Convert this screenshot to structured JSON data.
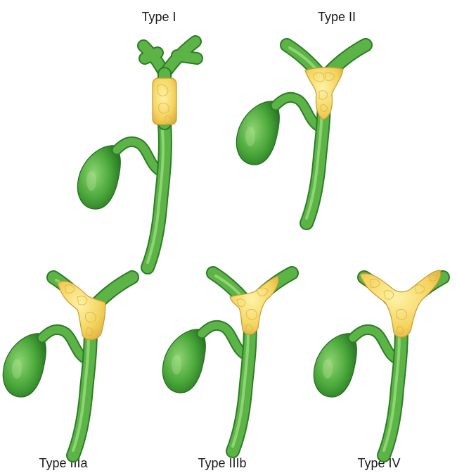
{
  "labels": {
    "type_i": "Type I",
    "type_ii": "Type II",
    "type_iiia": "Type IIIa",
    "type_iiib": "Type IIIb",
    "type_iv": "Type IV"
  },
  "colors": {
    "duct_dark": "#2c7d27",
    "duct_mid": "#5cb446",
    "duct_light": "#8fd474",
    "tumor_fill": "#f6dc6b",
    "tumor_edge": "#c79a2f"
  }
}
